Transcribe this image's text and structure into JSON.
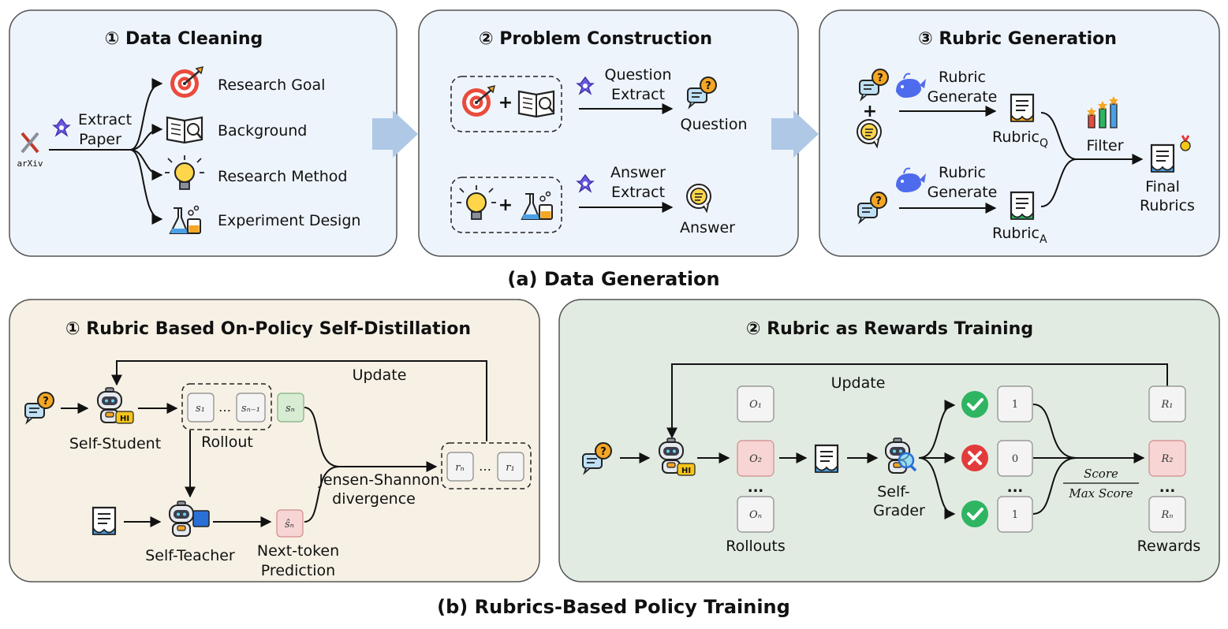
{
  "captions": {
    "top": "(a) Data Generation",
    "bottom": "(b) Rubrics-Based Policy Training"
  },
  "data_cleaning": {
    "title": "① Data Cleaning",
    "source_label": "arXiv",
    "extract_label": [
      "Extract",
      "Paper"
    ],
    "outputs": [
      "Research Goal",
      "Background",
      "Research Method",
      "Experiment Design"
    ]
  },
  "problem_construction": {
    "title": "② Problem Construction",
    "question_step": [
      "Question",
      "Extract"
    ],
    "question_output": "Question",
    "answer_step": [
      "Answer",
      "Extract"
    ],
    "answer_output": "Answer",
    "plus": "+"
  },
  "rubric_generation": {
    "title": "③ Rubric Generation",
    "generate_q": [
      "Rubric",
      "Generate"
    ],
    "generate_a": [
      "Rubric",
      "Generate"
    ],
    "rubric_q": {
      "base": "Rubric",
      "sub": "Q"
    },
    "rubric_a": {
      "base": "Rubric",
      "sub": "A"
    },
    "filter": "Filter",
    "final": [
      "Final",
      "Rubrics"
    ],
    "plus": "+"
  },
  "self_distillation": {
    "title": "① Rubric Based On-Policy Self-Distillation",
    "update": "Update",
    "student": "Self-Student",
    "teacher": "Self-Teacher",
    "rollout": "Rollout",
    "next_token": [
      "Next-token",
      "Prediction"
    ],
    "divergence": [
      "Jensen-Shannon",
      "divergence"
    ],
    "badge": "HI",
    "tokens": {
      "s1": "s₁",
      "sn1": "sₙ₋₁",
      "sn": "sₙ",
      "sn_hat": "ŝₙ",
      "rn": "rₙ",
      "r1": "r₁",
      "ellipsis": "…"
    }
  },
  "rewards_training": {
    "title": "② Rubric as Rewards Training",
    "update": "Update",
    "grader": [
      "Self-",
      "Grader"
    ],
    "rollouts_label": "Rollouts",
    "rewards_label": "Rewards",
    "rollouts": [
      "O₁",
      "O₂",
      "Oₙ"
    ],
    "scores": [
      "1",
      "0",
      "1"
    ],
    "rewards": [
      "R₁",
      "R₂",
      "Rₙ"
    ],
    "formula": {
      "numerator": "Score",
      "denominator": "Max Score"
    },
    "ellipsis": "...",
    "badge": "HI"
  },
  "colors": {
    "panel_blue": "#eef4fb",
    "panel_beige": "#f7f1e5",
    "panel_green": "#e2ebe2",
    "flow_arrow": "#aec8e6",
    "check": "#2fb562",
    "cross": "#e23b3b",
    "accent_purple": "#6a5ae0",
    "accent_orange": "#f5a623"
  }
}
